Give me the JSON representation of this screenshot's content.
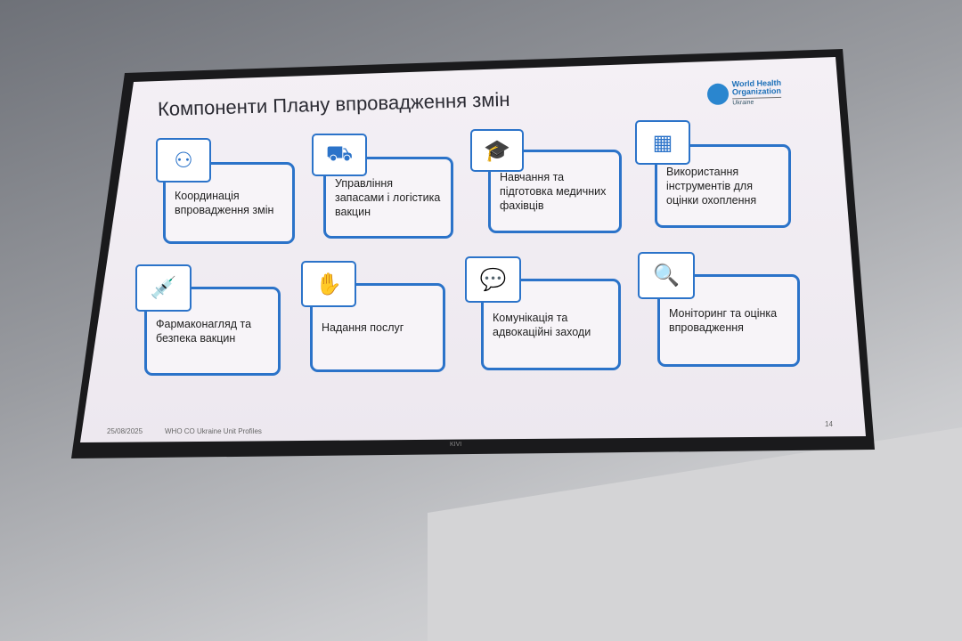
{
  "slide": {
    "title": "Компоненти Плану впровадження змін",
    "logo": {
      "line1": "World Health",
      "line2": "Organization",
      "region": "Ukraine"
    },
    "cards": [
      {
        "label": "Координація впровадження змін",
        "icon": "people-network-icon"
      },
      {
        "label": "Управління запасами і логістика вакцин",
        "icon": "delivery-truck-icon"
      },
      {
        "label": "Навчання та підготовка медичних фахівців",
        "icon": "graduation-cap-hand-icon"
      },
      {
        "label": "Використання інструментів для оцінки охоплення",
        "icon": "dashboard-icon"
      },
      {
        "label": "Фармаконагляд та безпека вакцин",
        "icon": "syringe-icon"
      },
      {
        "label": "Надання послуг",
        "icon": "hand-pills-icon"
      },
      {
        "label": "Комунікація та адвокаційні заходи",
        "icon": "chat-bubbles-icon"
      },
      {
        "label": "Моніторинг та оцінка впровадження",
        "icon": "magnifier-icon"
      }
    ],
    "footer": {
      "date": "25/08/2025",
      "source": "WHO CO Ukraine Unit Profiles",
      "page": "14"
    }
  },
  "tv": {
    "brand": "KIVI"
  },
  "colors": {
    "accent": "#2b73c9"
  }
}
